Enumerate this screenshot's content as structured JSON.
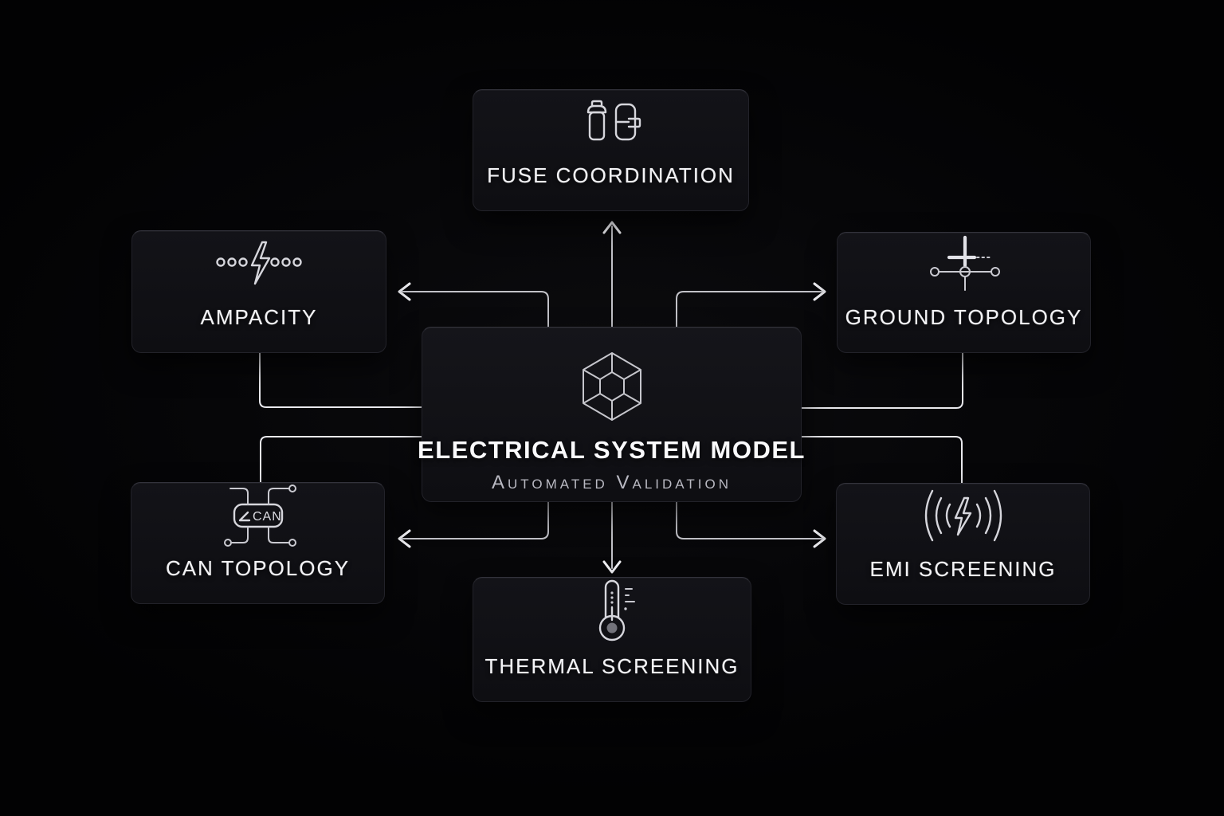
{
  "diagram": {
    "center": {
      "title": "ELECTRICAL SYSTEM MODEL",
      "subtitle": "Automated Validation",
      "icon": "cube-wireframe-icon"
    },
    "nodes": [
      {
        "id": "fuse-coordination",
        "label": "FUSE COORDINATION",
        "icon": "fuse-pair-icon",
        "position": "top"
      },
      {
        "id": "ampacity",
        "label": "AMPACITY",
        "icon": "lightning-bolt-dots-icon",
        "position": "upper-left"
      },
      {
        "id": "ground-topology",
        "label": "GROUND TOPOLOGY",
        "icon": "ground-symbol-icon",
        "position": "upper-right"
      },
      {
        "id": "can-topology",
        "label": "CAN TOPOLOGY",
        "icon": "can-bus-node-icon",
        "icon_text": "CAN",
        "position": "lower-left"
      },
      {
        "id": "emi-screening",
        "label": "EMI SCREENING",
        "icon": "emi-waves-bolt-icon",
        "position": "lower-right"
      },
      {
        "id": "thermal-screening",
        "label": "THERMAL SCREENING",
        "icon": "thermometer-icon",
        "position": "bottom"
      }
    ],
    "connections": [
      "center-to-fuse-coordination (arrow up)",
      "center-to-ampacity (arrow left)",
      "center-to-ground-topology (arrow right)",
      "center-to-thermal-screening (arrow down)",
      "center-to-can-topology (arrow left)",
      "center-to-emi-screening (arrow right)",
      "ampacity-to-center (plain elbow)",
      "ground-topology-to-center (plain elbow)",
      "center-to-can-topology-elbow (plain elbow)",
      "center-to-emi-screening-elbow (plain elbow)"
    ],
    "colors": {
      "background": "#050507",
      "panel_fill": "#121216",
      "panel_border": "#2a2a31",
      "connector_line": "#c2c2c8",
      "arrowhead": "#f0f0f4",
      "text_primary": "#f3f3f6",
      "text_secondary": "#b9b9c2",
      "icon_stroke": "#d6d6dc"
    }
  }
}
